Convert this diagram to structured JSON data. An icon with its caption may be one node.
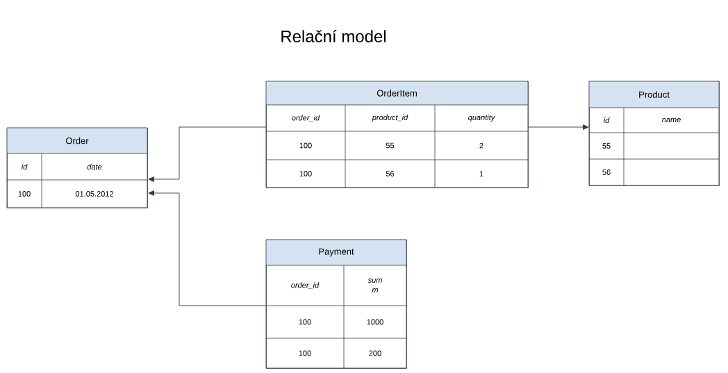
{
  "diagram": {
    "title": "Relační model",
    "nodes": [
      {
        "text": [
          "Order",
          "id",
          "date",
          "100",
          "01.05.2012"
        ]
      },
      {
        "text": [
          "OrderItem",
          "order_id",
          "product_id",
          "quantity",
          "100",
          "55",
          "2",
          "100",
          "56",
          "1"
        ]
      },
      {
        "text": [
          "Product",
          "id",
          "name",
          "55",
          "56"
        ]
      },
      {
        "text": [
          "Payment",
          "order_id",
          "sum m",
          "100",
          "1000",
          "100",
          "200"
        ]
      }
    ],
    "edges": [
      {
        "from": 1,
        "to": 0,
        "arrow": "to"
      },
      {
        "from": 1,
        "to": 2,
        "arrow": "to"
      },
      {
        "from": 3,
        "to": 0,
        "arrow": "to"
      }
    ]
  }
}
